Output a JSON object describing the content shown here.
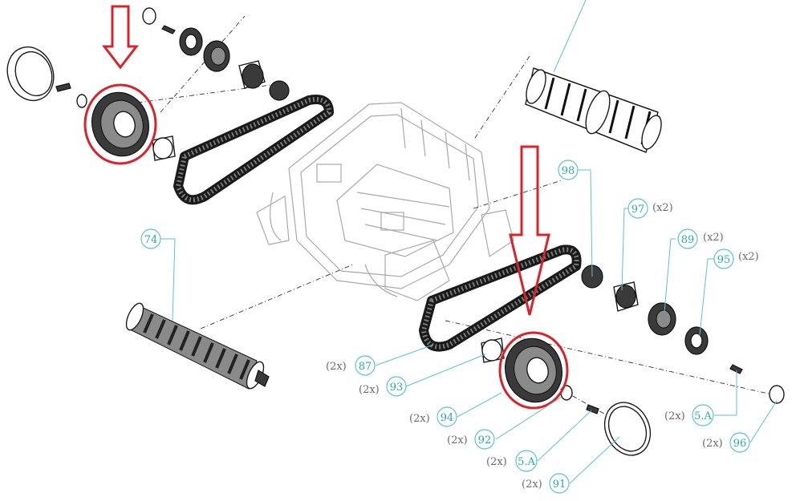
{
  "callouts": [
    {
      "id": "c98",
      "label": "98",
      "qty": ""
    },
    {
      "id": "c97",
      "label": "97",
      "qty": "(x2)"
    },
    {
      "id": "c89",
      "label": "89",
      "qty": "(x2)"
    },
    {
      "id": "c95",
      "label": "95",
      "qty": "(x2)"
    },
    {
      "id": "c74",
      "label": "74",
      "qty": ""
    },
    {
      "id": "c87",
      "label": "87",
      "qty": "(2x)"
    },
    {
      "id": "c93",
      "label": "93",
      "qty": "(2x)"
    },
    {
      "id": "c94",
      "label": "94",
      "qty": "(2x)"
    },
    {
      "id": "c92",
      "label": "92",
      "qty": "(2x)"
    },
    {
      "id": "c5a_center",
      "label": "5.A",
      "qty": "(2x)"
    },
    {
      "id": "c91",
      "label": "91",
      "qty": "(2x)"
    },
    {
      "id": "c5a_right",
      "label": "5.A",
      "qty": "(2x)"
    },
    {
      "id": "c96",
      "label": "96",
      "qty": "(2x)"
    }
  ],
  "colors": {
    "callout": "#5fc3c8",
    "callout_text": "#2aa6ad",
    "qty_text": "#6b6b6b",
    "marker": "#d8232a"
  },
  "highlights": [
    "left-drive-wheel-highlight",
    "right-drive-wheel-highlight"
  ]
}
